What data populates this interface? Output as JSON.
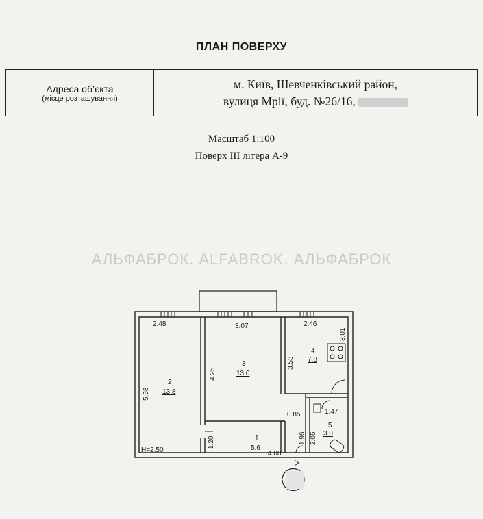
{
  "title": "ПЛАН ПОВЕРХУ",
  "address": {
    "label": "Адреса об’єкта",
    "sublabel": "(місце розташування)",
    "line1": "м. Київ, Шевченківський район,",
    "line2": "вулиця Мрії, буд. №26/16,"
  },
  "scale": "Масштаб 1:100",
  "floor": {
    "prefix": "Поверх",
    "number": "III",
    "litera_label": "літера",
    "litera": "А-9"
  },
  "watermark": "АЛЬФАБРОК. ALFABROK. АЛЬФАБРОК",
  "plan": {
    "height_label": "H=2.50",
    "rooms": [
      {
        "number": "1",
        "area": "5.6"
      },
      {
        "number": "2",
        "area": "13.8"
      },
      {
        "number": "3",
        "area": "13.0"
      },
      {
        "number": "4",
        "area": "7.8"
      },
      {
        "number": "5",
        "area": "3.0"
      }
    ],
    "dimensions": [
      "2.48",
      "3.07",
      "2.46",
      "3.01",
      "5.58",
      "4.25",
      "3.53",
      "0.85",
      "1.47",
      "1.20",
      "1.96",
      "2.05",
      "4.08"
    ]
  }
}
